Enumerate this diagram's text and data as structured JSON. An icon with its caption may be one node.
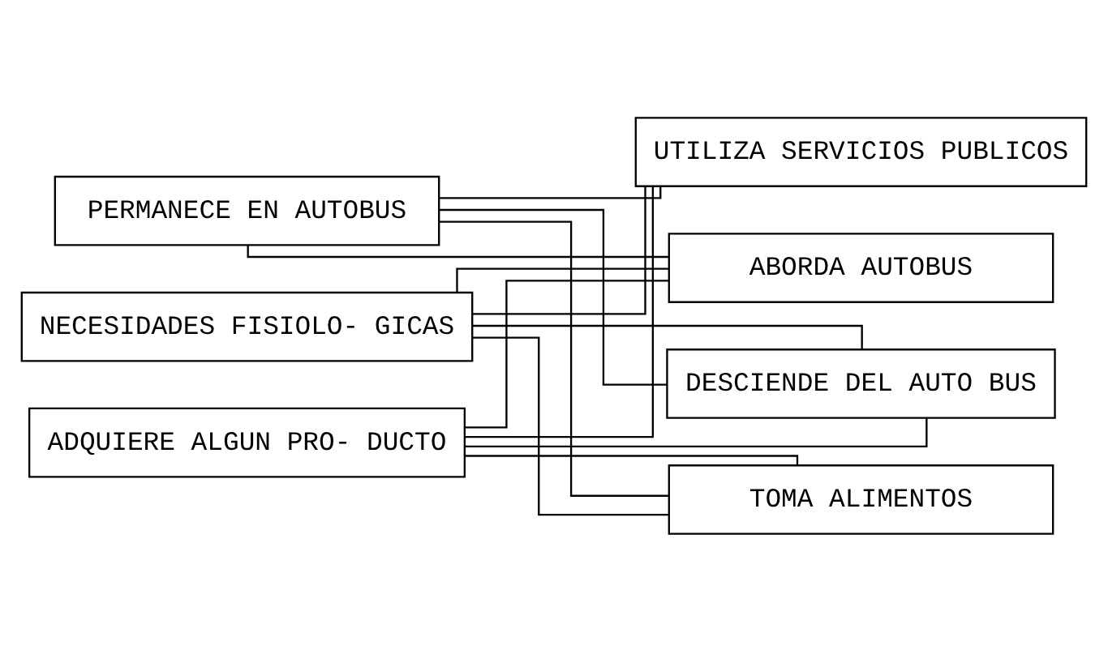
{
  "diagram": {
    "nodes": [
      {
        "text": [
          "PERMANECE EN AUTOBUS"
        ]
      },
      {
        "text": [
          "NECESIDADES FISIOLO- GICAS"
        ]
      },
      {
        "text": [
          "ADQUIERE ALGUN PRO- DUCTO"
        ]
      },
      {
        "text": [
          "DESCIENDE DEL AUTO BUS"
        ]
      },
      {
        "text": [
          "TOMA ALIMENTOS"
        ]
      },
      {
        "text": [
          "UTILIZA SERVICIOS PUBLICOS"
        ]
      },
      {
        "text": [
          "ABORDA AUTOBUS"
        ]
      }
    ],
    "edges": [
      {
        "from": 0,
        "to": 3,
        "arrow": "none"
      },
      {
        "from": 0,
        "to": 4,
        "arrow": "none"
      },
      {
        "from": 0,
        "to": 5,
        "arrow": "none"
      },
      {
        "from": 0,
        "to": 6,
        "arrow": "none"
      },
      {
        "from": 1,
        "to": 3,
        "arrow": "none"
      },
      {
        "from": 1,
        "to": 4,
        "arrow": "none"
      },
      {
        "from": 1,
        "to": 5,
        "arrow": "none"
      },
      {
        "from": 1,
        "to": 6,
        "arrow": "none"
      },
      {
        "from": 2,
        "to": 3,
        "arrow": "none"
      },
      {
        "from": 2,
        "to": 4,
        "arrow": "none"
      },
      {
        "from": 2,
        "to": 5,
        "arrow": "none"
      },
      {
        "from": 2,
        "to": 6,
        "arrow": "none"
      }
    ]
  }
}
